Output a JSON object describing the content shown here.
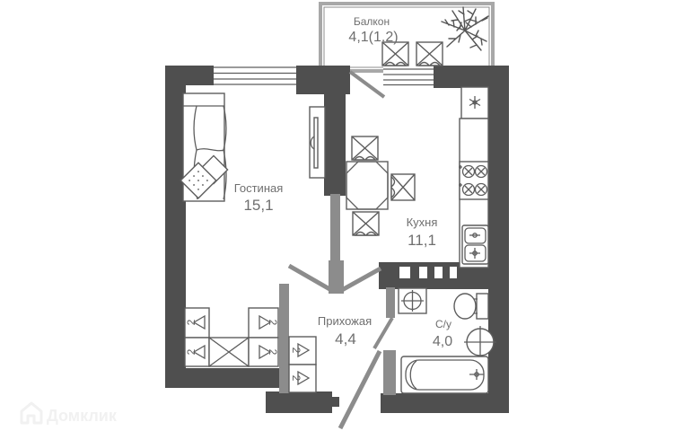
{
  "colors": {
    "wall": "#4f4f4f",
    "partition": "#8c8c8c",
    "furniture": "#5d5d5d",
    "label": "#6f6f6f",
    "balcony_wall": "#a8a8a8",
    "watermark": "#f1f1f1",
    "floor": "#ffffff"
  },
  "rooms": {
    "balcony": {
      "label": "Балкон",
      "area": "4,1(1.2)"
    },
    "living": {
      "label": "Гостиная",
      "area": "15,1"
    },
    "kitchen": {
      "label": "Кухня",
      "area": "11,1"
    },
    "hallway": {
      "label": "Прихожая",
      "area": "4,4"
    },
    "bathroom": {
      "label": "С/у",
      "area": "4,0"
    }
  },
  "wardrobe": {
    "mark": "2"
  },
  "watermark": {
    "brand": "Домклик"
  }
}
